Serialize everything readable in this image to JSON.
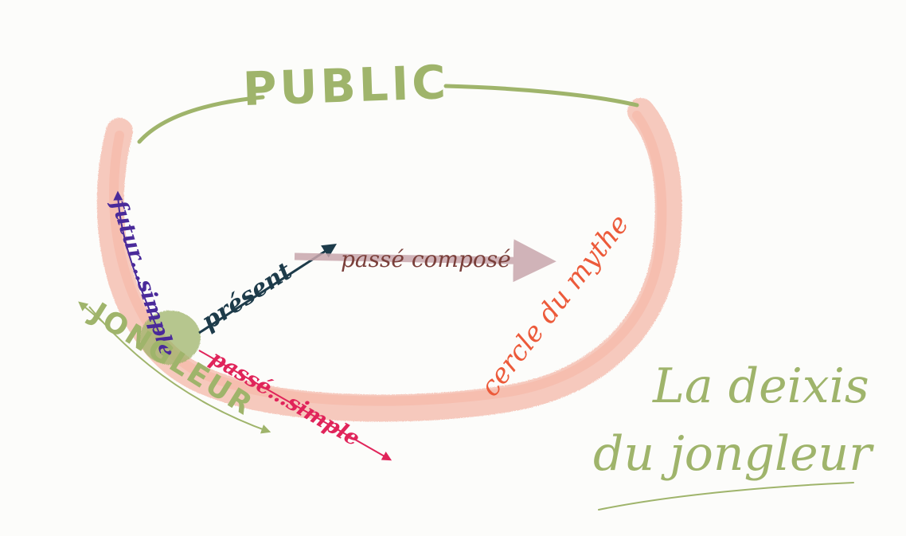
{
  "diagram": {
    "labels": {
      "public": "PUBLIC",
      "jongleur": "JONGLEUR",
      "present": "présent",
      "passe_compose": "passé composé",
      "futur_simple": "futur…simple",
      "passe_simple": "passé…simple",
      "cercle_du_mythe": "cercle du mythe"
    },
    "title": {
      "line1": "La deixis",
      "line2": "du jongleur"
    },
    "colors": {
      "green": "#9fb46b",
      "salmon": "#f2a08c",
      "purple": "#4a2a9a",
      "teal_dark": "#1d3b4a",
      "magenta": "#e0245a",
      "red_orange": "#ec5a3a",
      "brown": "#7a3f3a",
      "mauve": "#c9a7ad"
    }
  }
}
